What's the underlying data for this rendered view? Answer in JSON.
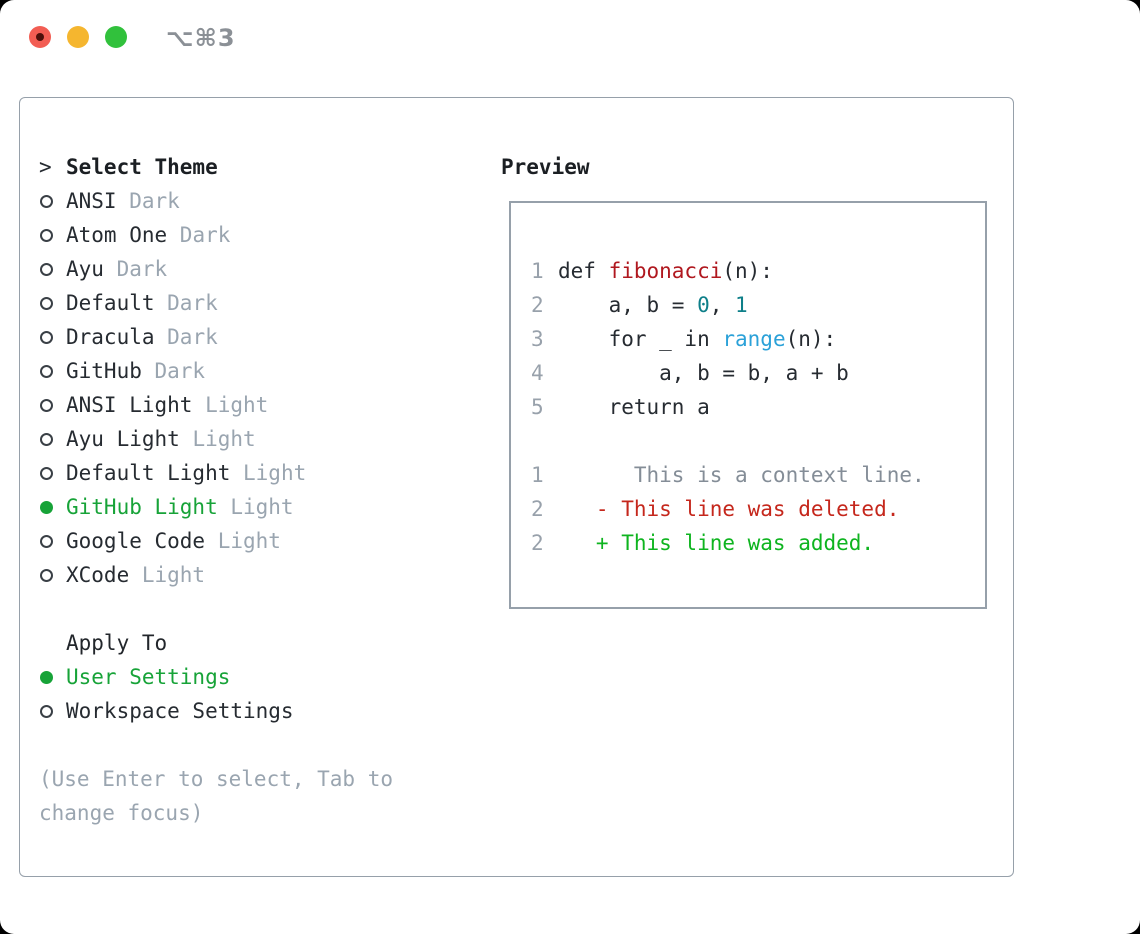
{
  "window": {
    "title": "⌥⌘3"
  },
  "traffic_lights": [
    {
      "name": "close",
      "color_key": "tl-red"
    },
    {
      "name": "minimize",
      "color_key": "tl-yellow"
    },
    {
      "name": "zoom",
      "color_key": "tl-green"
    }
  ],
  "theme_picker": {
    "header": {
      "cursor": ">",
      "label": "Select Theme"
    },
    "items": [
      {
        "name": "ANSI",
        "variant": "Dark",
        "selected": false
      },
      {
        "name": "Atom One",
        "variant": "Dark",
        "selected": false
      },
      {
        "name": "Ayu",
        "variant": "Dark",
        "selected": false
      },
      {
        "name": "Default",
        "variant": "Dark",
        "selected": false
      },
      {
        "name": "Dracula",
        "variant": "Dark",
        "selected": false
      },
      {
        "name": "GitHub",
        "variant": "Dark",
        "selected": false
      },
      {
        "name": "ANSI Light",
        "variant": "Light",
        "selected": false
      },
      {
        "name": "Ayu Light",
        "variant": "Light",
        "selected": false
      },
      {
        "name": "Default Light",
        "variant": "Light",
        "selected": false
      },
      {
        "name": "GitHub Light",
        "variant": "Light",
        "selected": true
      },
      {
        "name": "Google Code",
        "variant": "Light",
        "selected": false
      },
      {
        "name": "XCode",
        "variant": "Light",
        "selected": false
      }
    ],
    "apply_to": {
      "label": "Apply To",
      "options": [
        {
          "name": "User Settings",
          "selected": true
        },
        {
          "name": "Workspace Settings",
          "selected": false
        }
      ]
    },
    "hint": "(Use Enter to select, Tab to change focus)"
  },
  "preview": {
    "label": "Preview",
    "code_lines": [
      {
        "num": "1",
        "segments": [
          {
            "t": "def ",
            "c": "code"
          },
          {
            "t": "fibonacci",
            "c": "func"
          },
          {
            "t": "(n):",
            "c": "code"
          }
        ]
      },
      {
        "num": "2",
        "segments": [
          {
            "t": "    a, b = ",
            "c": "code"
          },
          {
            "t": "0",
            "c": "num"
          },
          {
            "t": ", ",
            "c": "code"
          },
          {
            "t": "1",
            "c": "num"
          }
        ]
      },
      {
        "num": "3",
        "segments": [
          {
            "t": "    for _ in ",
            "c": "code"
          },
          {
            "t": "range",
            "c": "builtin"
          },
          {
            "t": "(n):",
            "c": "code"
          }
        ]
      },
      {
        "num": "4",
        "segments": [
          {
            "t": "        a, b = b, a + b",
            "c": "code"
          }
        ]
      },
      {
        "num": "5",
        "segments": [
          {
            "t": "    return a",
            "c": "code"
          }
        ]
      }
    ],
    "diff_lines": [
      {
        "num": "1",
        "segments": [
          {
            "t": "      This is a context line.",
            "c": "context"
          }
        ]
      },
      {
        "num": "2",
        "segments": [
          {
            "t": "   - This line was deleted.",
            "c": "deleted"
          }
        ]
      },
      {
        "num": "2",
        "segments": [
          {
            "t": "   + This line was added.",
            "c": "added"
          }
        ]
      }
    ]
  },
  "colors": {
    "selected-green": "#17a338",
    "added-green": "#0eb41f",
    "deleted-red": "#c5271c",
    "function-red": "#b0181f",
    "number-teal": "#0e7f89",
    "builtin-blue": "#2ba1d8",
    "muted-gray": "#9aa5b0",
    "border-gray": "#96a0aa",
    "traffic-red": "#f25d53",
    "traffic-yellow": "#f5b62f",
    "traffic-green": "#31c13c"
  }
}
